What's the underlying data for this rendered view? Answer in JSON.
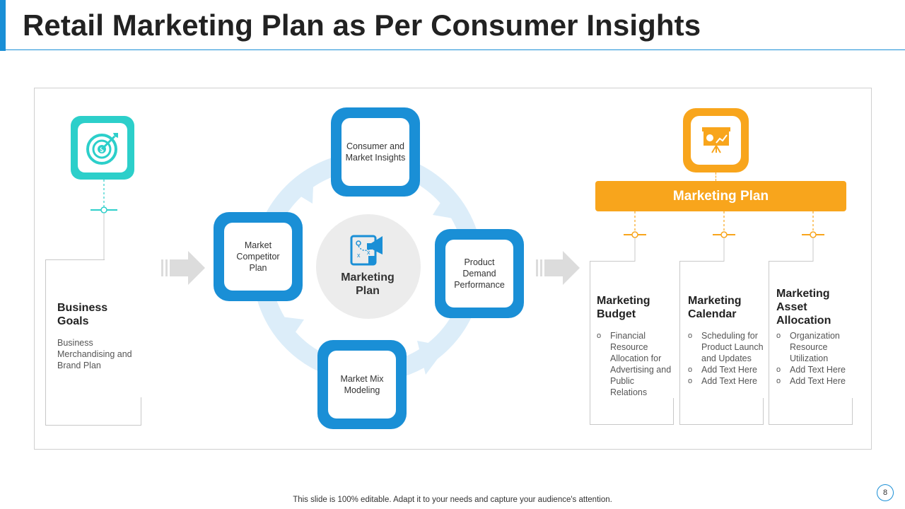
{
  "title": "Retail Marketing Plan as Per Consumer Insights",
  "colors": {
    "accent_blue": "#1a8fd6",
    "teal": "#2ccfca",
    "orange": "#f8a51c",
    "light_blue_arrow": "#dcedf9"
  },
  "business_goals": {
    "icon": "target-dollar-icon",
    "title": "Business Goals",
    "text": "Business Merchandising and Brand Plan"
  },
  "cycle": {
    "center_icon": "strategy-board-megaphone-icon",
    "center_label": "Marketing Plan",
    "top": "Consumer and Market Insights",
    "left": "Market Competitor Plan",
    "right": "Product Demand Performance",
    "bottom": "Market Mix Modeling"
  },
  "marketing_plan": {
    "icon": "presentation-board-icon",
    "label": "Marketing Plan",
    "columns": [
      {
        "title": "Marketing Budget",
        "items": [
          "Financial Resource Allocation for Advertising and Public Relations"
        ]
      },
      {
        "title": "Marketing Calendar",
        "items": [
          "Scheduling for Product Launch and Updates",
          "Add Text Here",
          "Add Text Here"
        ]
      },
      {
        "title": "Marketing Asset Allocation",
        "items": [
          "Organization Resource Utilization",
          "Add Text Here",
          "Add Text Here"
        ]
      }
    ]
  },
  "footer": "This slide is 100% editable. Adapt it to your needs and capture your audience's attention.",
  "page_number": "8"
}
